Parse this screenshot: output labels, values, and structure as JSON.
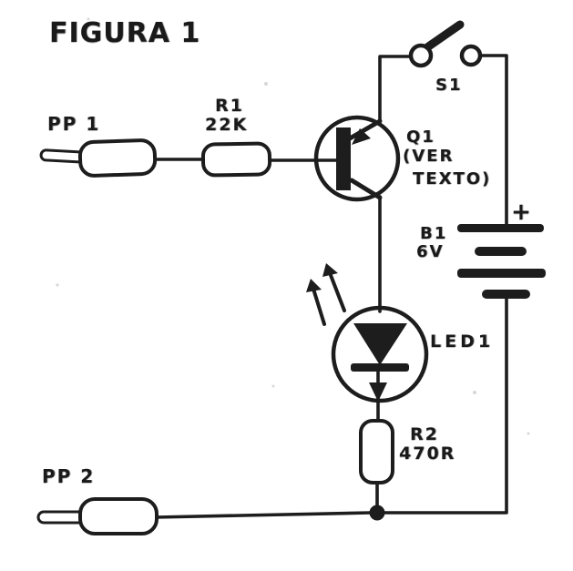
{
  "figure": {
    "title": "FIGURA 1"
  },
  "colors": {
    "ink": "#1d1d1d",
    "paper": "#ffffff"
  },
  "components": {
    "pp1": {
      "label": "PP 1",
      "kind": "test-probe"
    },
    "r1": {
      "ref": "R1",
      "value": "22K",
      "kind": "resistor"
    },
    "q1": {
      "ref": "Q1",
      "note_line1": "(VER",
      "note_line2": "TEXTO)",
      "kind": "pnp-transistor"
    },
    "s1": {
      "ref": "S1",
      "kind": "switch-open"
    },
    "b1": {
      "ref": "B1",
      "value": "6V",
      "polarity_mark": "+",
      "kind": "battery"
    },
    "led1": {
      "ref": "LED1",
      "kind": "led"
    },
    "r2": {
      "ref": "R2",
      "value": "470R",
      "kind": "resistor"
    },
    "pp2": {
      "label": "PP 2",
      "kind": "test-probe"
    }
  }
}
